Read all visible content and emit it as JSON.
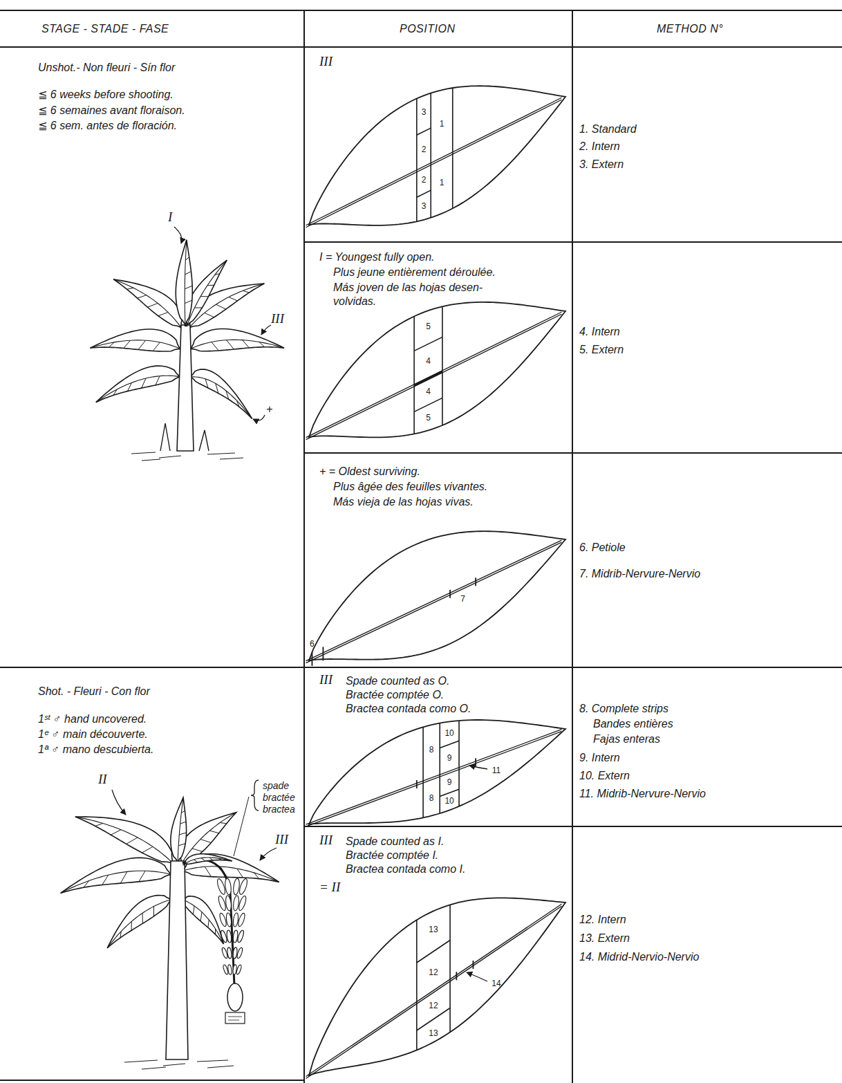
{
  "diagram": {
    "labels": [
      "STAGE - STADE - FASE",
      "POSITION",
      "METHOD N°",
      "Unshot.- Non fleuri - Sín flor",
      "≦ 6 weeks before shooting.",
      "≦ 6 semaines avant floraison.",
      "≦ 6 sem. antes de floración.",
      "I",
      "III",
      "+",
      "III",
      "3",
      "1",
      "2",
      "2",
      "1",
      "3",
      "1. Standard",
      "2. Intern",
      "3. Extern",
      "I = Youngest fully open.",
      "Plus jeune entièrement déroulée.",
      "Más joven de las hojas desen- volvidas.",
      "5",
      "4",
      "4",
      "5",
      "4. Intern",
      "5. Extern",
      "+ = Oldest surviving.",
      "Plus âgée des feuilles vivantes.",
      "Más vieja de las hojas vivas.",
      "6",
      "7",
      "6. Petiole",
      "7. Midrib-Nervure-Nervio",
      "Shot. - Fleuri - Con flor",
      "1ˢᵗ ♂ hand uncovered.",
      "1ᵉ ♂ main découverte.",
      "1ª ♂ mano descubierta.",
      "spade",
      "bractée",
      "bractea",
      "II",
      "III",
      "III",
      "Spade counted as O.",
      "Bractée comptée O.",
      "Bractea contada como O.",
      "10",
      "9",
      "8",
      "9",
      "8",
      "10",
      "11",
      "8. Complete strips",
      "Bandes entières",
      "Fajas enteras",
      "9. Intern",
      "10. Extern",
      "11. Midrib-Nervure-Nervio",
      "III",
      "Spade counted as I.",
      "Bractée comptée I.",
      "Bractea contada como I.",
      "= II",
      "13",
      "12",
      "12",
      "13",
      "14",
      "12. Intern",
      "13. Extern",
      "14. Midrid-Nervio-Nervio"
    ]
  }
}
